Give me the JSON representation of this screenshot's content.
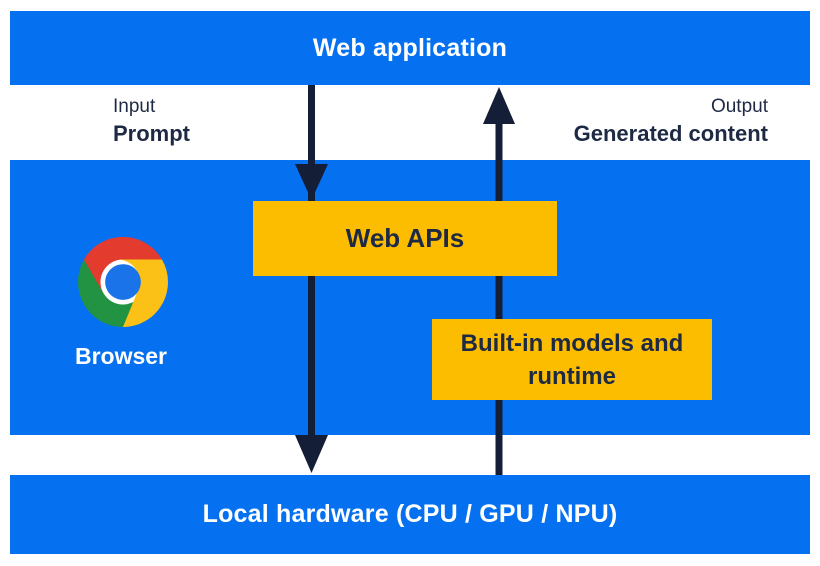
{
  "palette": {
    "band_blue": "#0570f0",
    "box_yellow": "#fcbd00",
    "ink_text": "#1e2a44",
    "ink_arrow": "#141e36",
    "title_white": "#ffffff",
    "chrome_red": "#e33b2e",
    "chrome_yellow": "#fbc116",
    "chrome_green": "#229342",
    "chrome_blue": "#1a73e8"
  },
  "bands": {
    "web_application": {
      "label": "Web application"
    },
    "browser": {
      "label": "Browser"
    },
    "local_hardware": {
      "label": "Local hardware (CPU / GPU / NPU)"
    }
  },
  "flows": {
    "input": {
      "caption": "Input",
      "label": "Prompt"
    },
    "output": {
      "caption": "Output",
      "label": "Generated content"
    }
  },
  "boxes": {
    "web_apis": {
      "label": "Web APIs"
    },
    "builtin": {
      "label": "Built-in models and runtime"
    }
  },
  "icons": {
    "browser_logo": "chrome-logo",
    "input_flow": "down-arrow",
    "output_flow": "up-arrow"
  }
}
